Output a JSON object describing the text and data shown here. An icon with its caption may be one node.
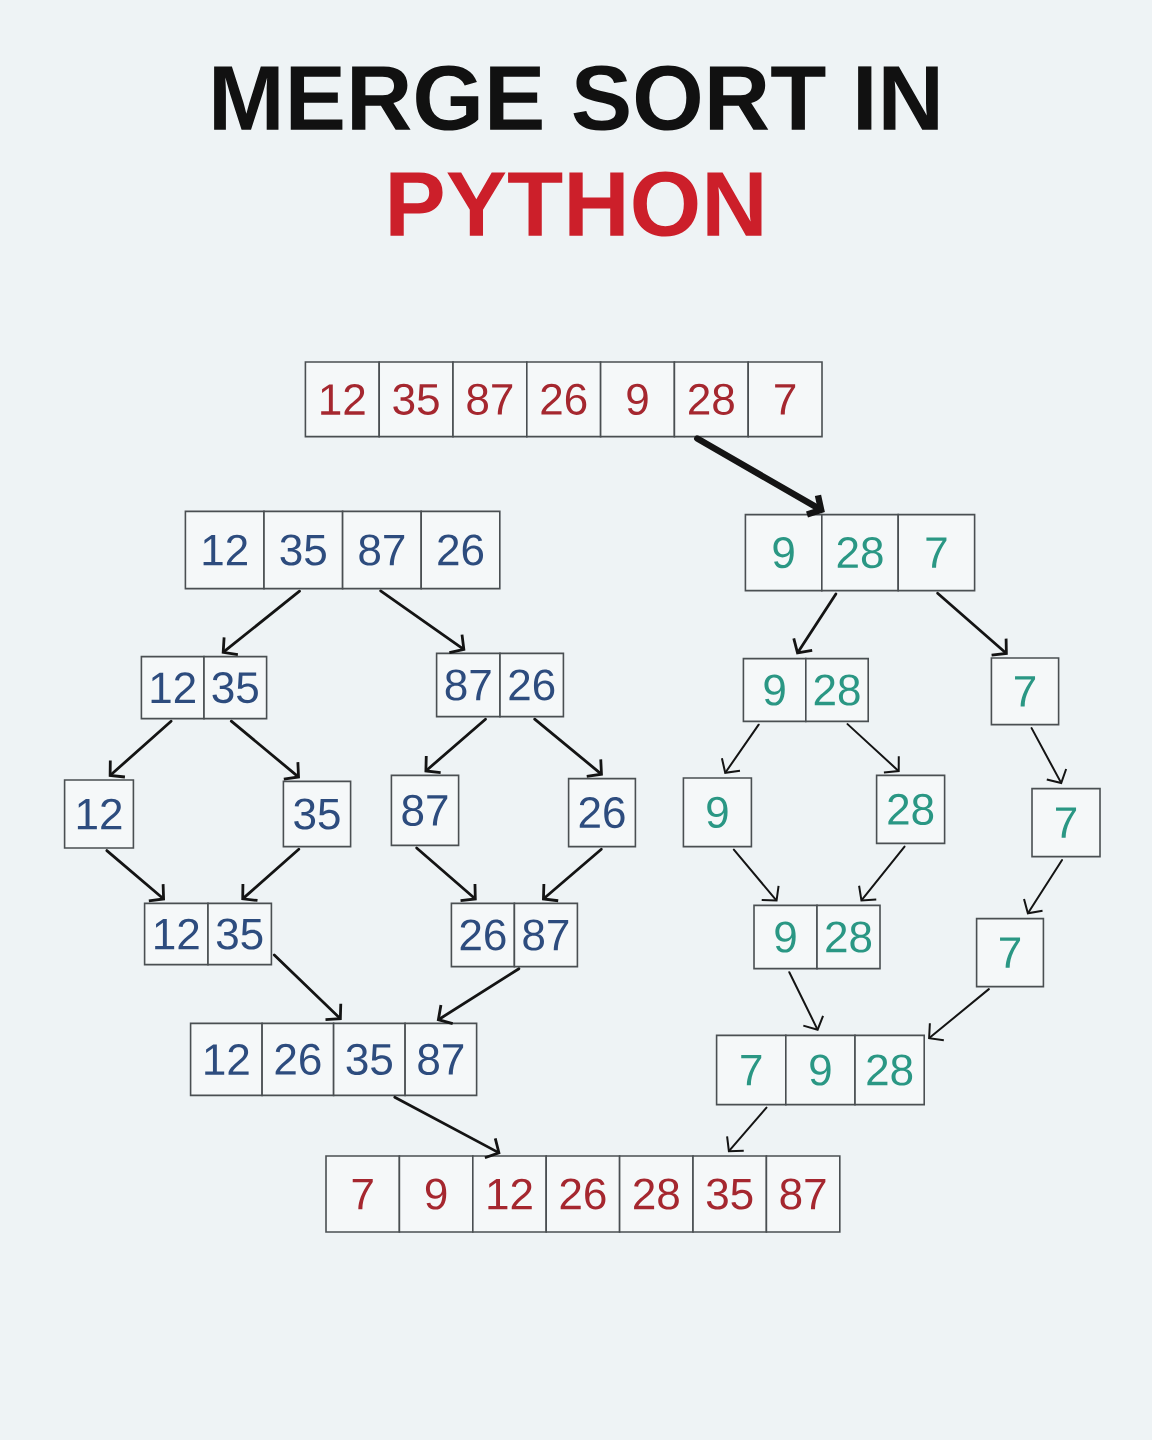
{
  "diagram": {
    "title": "MERGE SORT IN",
    "nodes": [
      {
        "text": [
          "12",
          "35",
          "87",
          "26",
          "9",
          "28",
          "7"
        ]
      },
      {
        "text": [
          "12",
          "35",
          "87",
          "26"
        ]
      },
      {
        "text": [
          "9",
          "28",
          "7"
        ]
      },
      {
        "text": [
          "12",
          "35"
        ]
      },
      {
        "text": [
          "87",
          "26"
        ]
      },
      {
        "text": [
          "9",
          "28"
        ]
      },
      {
        "text": [
          "7"
        ]
      },
      {
        "text": [
          "12"
        ]
      },
      {
        "text": [
          "35"
        ]
      },
      {
        "text": [
          "87"
        ]
      },
      {
        "text": [
          "26"
        ]
      },
      {
        "text": [
          "9"
        ]
      },
      {
        "text": [
          "28"
        ]
      },
      {
        "text": [
          "7"
        ]
      },
      {
        "text": [
          "12",
          "35"
        ]
      },
      {
        "text": [
          "26",
          "87"
        ]
      },
      {
        "text": [
          "9",
          "28"
        ]
      },
      {
        "text": [
          "7"
        ]
      },
      {
        "text": [
          "12",
          "26",
          "35",
          "87"
        ]
      },
      {
        "text": [
          "7",
          "9",
          "28"
        ]
      },
      {
        "text": [
          "7",
          "9",
          "12",
          "26",
          "28",
          "35",
          "87"
        ]
      }
    ],
    "edges": [
      {
        "from": 0,
        "to": 2,
        "arrow": "to",
        "style": "thick"
      },
      {
        "from": 1,
        "to": 3,
        "arrow": "to"
      },
      {
        "from": 1,
        "to": 4,
        "arrow": "to"
      },
      {
        "from": 2,
        "to": 5,
        "arrow": "to"
      },
      {
        "from": 2,
        "to": 6,
        "arrow": "to"
      },
      {
        "from": 3,
        "to": 7,
        "arrow": "to"
      },
      {
        "from": 3,
        "to": 8,
        "arrow": "to"
      },
      {
        "from": 4,
        "to": 9,
        "arrow": "to"
      },
      {
        "from": 4,
        "to": 10,
        "arrow": "to"
      },
      {
        "from": 5,
        "to": 11,
        "arrow": "to"
      },
      {
        "from": 5,
        "to": 12,
        "arrow": "to"
      },
      {
        "from": 6,
        "to": 13,
        "arrow": "to"
      },
      {
        "from": 7,
        "to": 14,
        "arrow": "to"
      },
      {
        "from": 8,
        "to": 14,
        "arrow": "to"
      },
      {
        "from": 9,
        "to": 15,
        "arrow": "to"
      },
      {
        "from": 10,
        "to": 15,
        "arrow": "to"
      },
      {
        "from": 11,
        "to": 16,
        "arrow": "to"
      },
      {
        "from": 12,
        "to": 16,
        "arrow": "to"
      },
      {
        "from": 13,
        "to": 17,
        "arrow": "to"
      },
      {
        "from": 14,
        "to": 18,
        "arrow": "to"
      },
      {
        "from": 15,
        "to": 18,
        "arrow": "to"
      },
      {
        "from": 16,
        "to": 19,
        "arrow": "to"
      },
      {
        "from": 17,
        "to": 19,
        "arrow": "to"
      },
      {
        "from": 18,
        "to": 20,
        "arrow": "to"
      },
      {
        "from": 19,
        "to": 20,
        "arrow": "to"
      }
    ],
    "labels": [
      "PYTHON"
    ]
  }
}
